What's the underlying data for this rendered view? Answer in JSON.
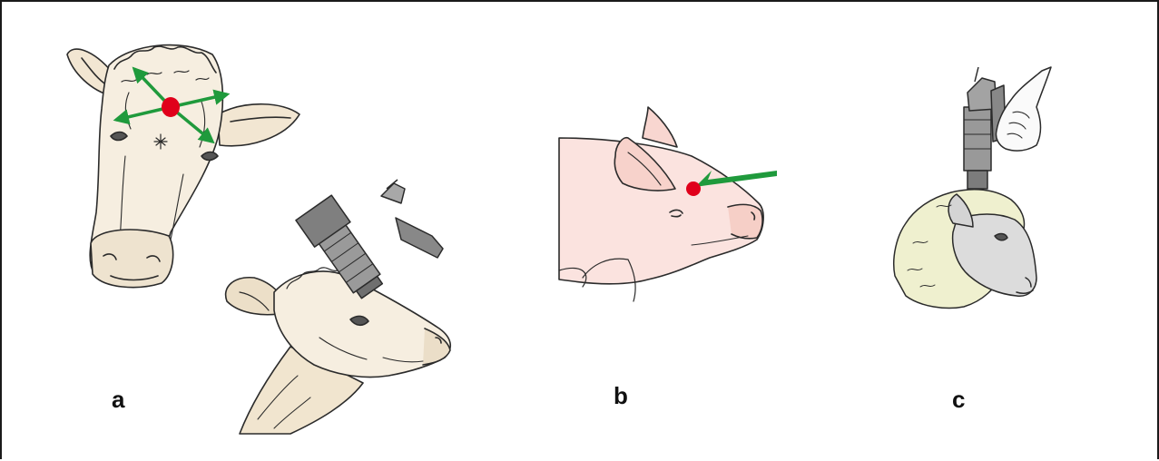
{
  "panels": [
    {
      "label": "a"
    },
    {
      "label": "b"
    },
    {
      "label": "c"
    }
  ],
  "colors": {
    "frame": "#1a1a1a",
    "outline": "#2b2b2b",
    "cow_skin": "#f6eee0",
    "cow_shade": "#eadcc2",
    "pig_skin": "#fbe3df",
    "pig_shade": "#f3c9c2",
    "sheep_wool": "#eef0cf",
    "sheep_face": "#dedede",
    "gun_metal": "#8f8f8f",
    "target_dot": "#e0001b",
    "arrow_green": "#1f9a3c",
    "skin_hand": "#fafafa"
  }
}
